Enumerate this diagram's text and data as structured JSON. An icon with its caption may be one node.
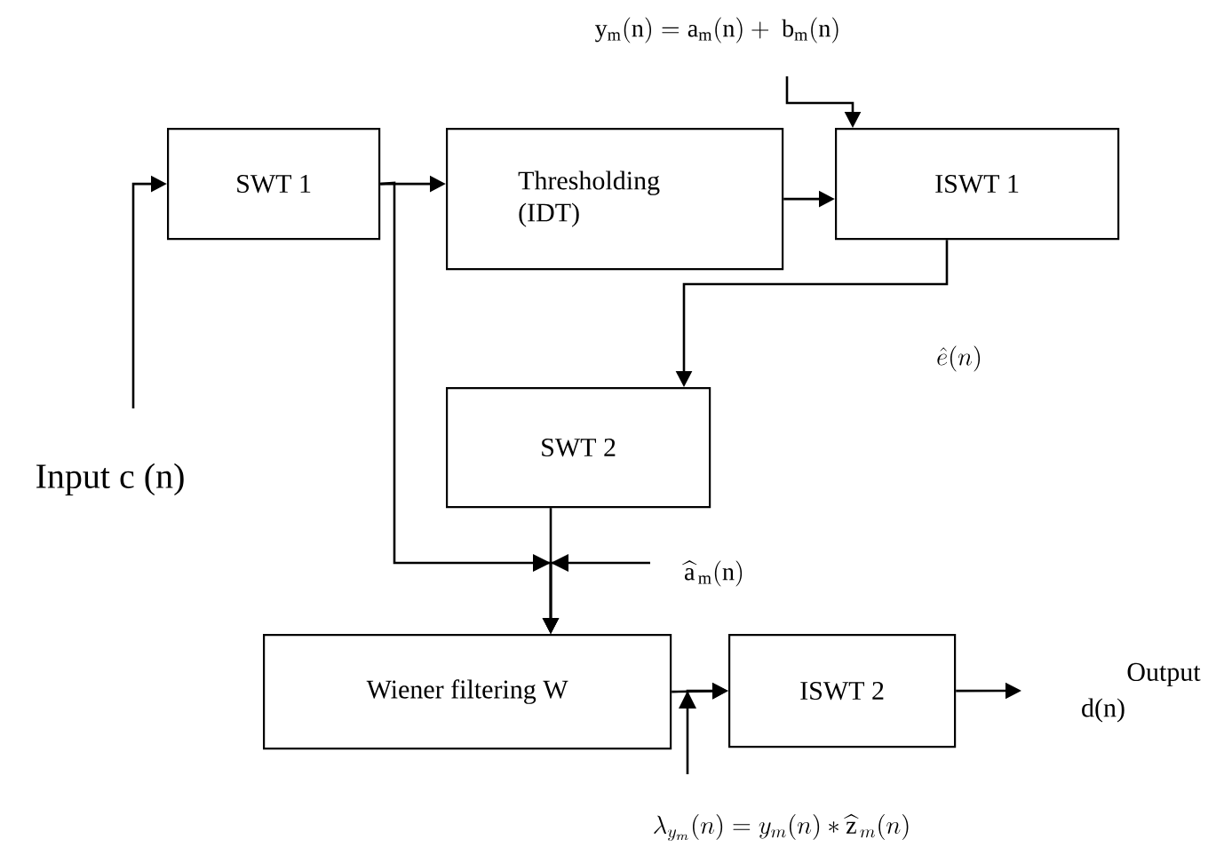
{
  "diagram": {
    "nodes": [
      {
        "text": [
          "SWT 1"
        ]
      },
      {
        "text": [
          "Thresholding (IDT)"
        ]
      },
      {
        "text": [
          "ISWT 1"
        ]
      },
      {
        "text": [
          "SWT 2"
        ]
      },
      {
        "text": [
          "Wiener filtering W"
        ]
      },
      {
        "text": [
          "ISWT 2"
        ]
      }
    ],
    "edges": [
      {
        "from": null,
        "to": 0,
        "arrow": "to"
      },
      {
        "from": 0,
        "to": 1,
        "arrow": "to"
      },
      {
        "from": 1,
        "to": 2,
        "arrow": "to"
      },
      {
        "from": null,
        "to": 2,
        "arrow": "to"
      },
      {
        "from": 2,
        "to": 3,
        "arrow": "to"
      },
      {
        "from": 0,
        "to": 4,
        "arrow": "to"
      },
      {
        "from": 3,
        "to": 4,
        "arrow": "to"
      },
      {
        "from": null,
        "to": 4,
        "arrow": "to"
      },
      {
        "from": 4,
        "to": 5,
        "arrow": "to"
      },
      {
        "from": null,
        "to": 5,
        "arrow": "to"
      },
      {
        "from": 5,
        "to": null,
        "arrow": "to"
      }
    ],
    "labels": [
      "\\mathrm{y_m(n) = a_m(n) +\\ b_m(n)}",
      "\\hat{e}(n)",
      "Input c (n)",
      "\\widehat{\\mathrm{a}}_{\\,\\mathrm{m}}(\\mathrm{n})",
      "Output",
      "d(n)",
      "\\lambda_{y_m}(n) = y_m(n) * \\widehat{\\mathrm{z}}_{\\,m}(n)"
    ]
  }
}
